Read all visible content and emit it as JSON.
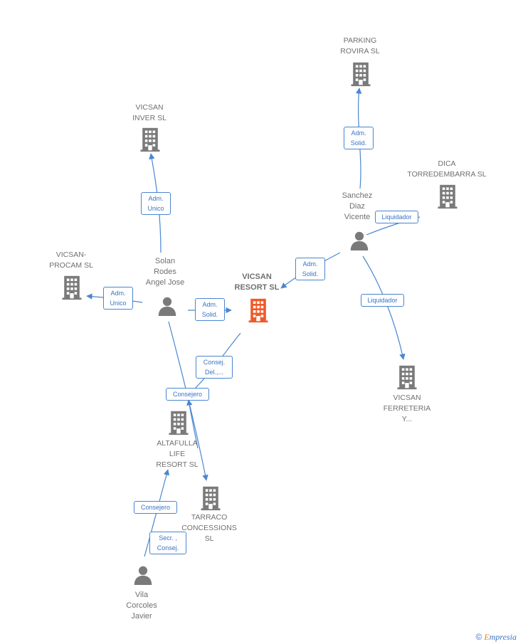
{
  "colors": {
    "edge": "#4a86d0",
    "node": "#7a7a7a",
    "main": "#f05a28"
  },
  "nodes": {
    "vicsan_resort": {
      "label": "VICSAN\nRESORT SL",
      "type": "company-main"
    },
    "parking_rovira": {
      "label": "PARKING\nROVIRA SL",
      "type": "company"
    },
    "vicsan_inver": {
      "label": "VICSAN\nINVER SL",
      "type": "company"
    },
    "dica": {
      "label": "DICA\nTORREDEMBARRA SL",
      "type": "company"
    },
    "vicsan_procam": {
      "label": "VICSAN-\nPROCAM SL",
      "type": "company"
    },
    "vicsan_ferreteria": {
      "label": "VICSAN\nFERRETERIA\nY...",
      "type": "company"
    },
    "altafulla": {
      "label": "ALTAFULLA\nLIFE\nRESORT SL",
      "type": "company"
    },
    "tarraco": {
      "label": "TARRACO\nCONCESSIONS\nSL",
      "type": "company"
    },
    "sanchez": {
      "label": "Sanchez\nDiaz\nVicente",
      "type": "person"
    },
    "solan": {
      "label": "Solan\nRodes\nAngel Jose",
      "type": "person"
    },
    "vila": {
      "label": "Vila\nCorcoles\nJavier",
      "type": "person"
    }
  },
  "edges": {
    "sanchez_parking": "Adm.\nSolid.",
    "sanchez_dica": "Liquidador",
    "sanchez_resort": "Adm.\nSolid.",
    "sanchez_ferreteria": "Liquidador",
    "solan_inver": "Adm.\nUnico",
    "solan_procam": "Adm.\nUnico",
    "solan_resort": "Adm.\nSolid.",
    "resort_consej": "Consej.\nDel.,...",
    "solan_tarraco": "Consejero",
    "vila_altafulla_consejero": "Consejero",
    "vila_altafulla_secr": "Secr. ,\nConsej."
  },
  "brand": {
    "symbol": "©",
    "initial": "E",
    "name": "mpresia"
  }
}
